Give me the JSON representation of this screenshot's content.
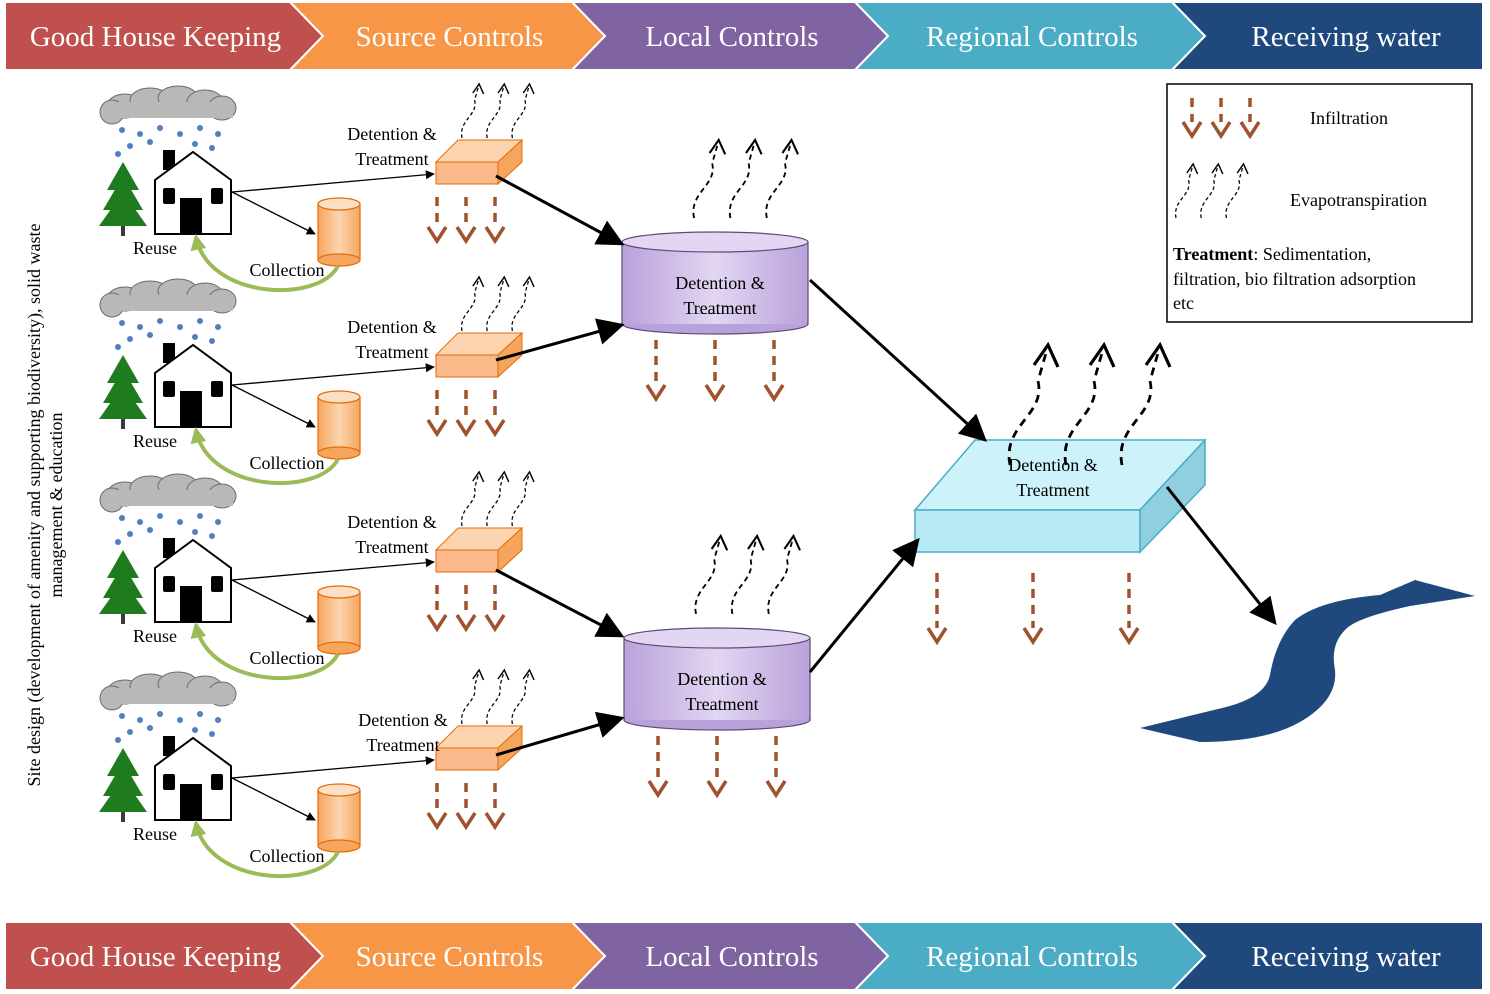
{
  "stages": [
    {
      "label": "Good House Keeping",
      "color": "#c0504d"
    },
    {
      "label": "Source Controls",
      "color": "#f79646"
    },
    {
      "label": "Local Controls",
      "color": "#8064a2"
    },
    {
      "label": "Regional Controls",
      "color": "#4bacc6"
    },
    {
      "label": "Receiving water",
      "color": "#1f497d"
    }
  ],
  "side_label_line1": "Site design (development of amenity and supporting biodiversity), solid waste",
  "side_label_line2": "management  & education",
  "labels": {
    "reuse": "Reuse",
    "collection": "Collection",
    "detention_line1": "Detention &",
    "detention_line2": "Treatment"
  },
  "legend": {
    "infiltration": "Infiltration",
    "evapotranspiration": "Evapotranspiration",
    "treatment_bold": "Treatment",
    "treatment_line1": ": Sedimentation,",
    "treatment_line2": "filtration, bio filtration adsorption",
    "treatment_line3": "etc"
  },
  "colors": {
    "infiltration": "#a0522d",
    "source_box": "#f9b98a",
    "local_tank": "#c9b6e4",
    "regional_box": "#b7eaf5",
    "river": "#1f497d",
    "reuse_arrow": "#9bbb59",
    "tree": "#1e7b1e"
  }
}
